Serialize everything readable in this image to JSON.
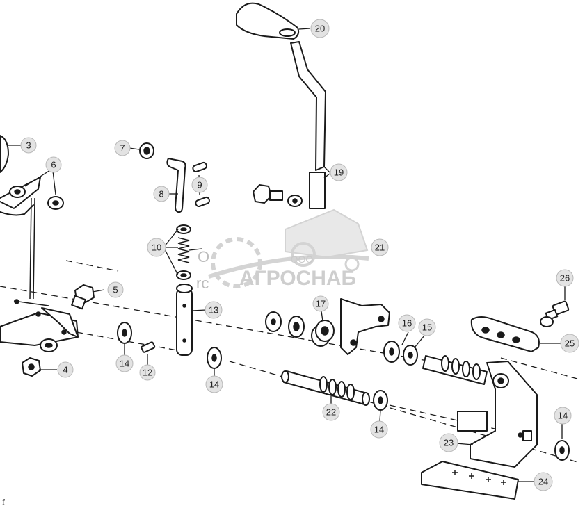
{
  "watermark": {
    "company_prefix": "ООО",
    "company_name": "АГРОСНАБ",
    "fragments": [
      "О",
      "rc"
    ]
  },
  "corner_mark": "f",
  "callouts": [
    {
      "id": "c3",
      "label": "3"
    },
    {
      "id": "c4",
      "label": "4"
    },
    {
      "id": "c5",
      "label": "5"
    },
    {
      "id": "c6",
      "label": "6"
    },
    {
      "id": "c7",
      "label": "7"
    },
    {
      "id": "c8",
      "label": "8"
    },
    {
      "id": "c9",
      "label": "9"
    },
    {
      "id": "c10",
      "label": "10"
    },
    {
      "id": "c12",
      "label": "12"
    },
    {
      "id": "c13",
      "label": "13"
    },
    {
      "id": "c14a",
      "label": "14"
    },
    {
      "id": "c14b",
      "label": "14"
    },
    {
      "id": "c14c",
      "label": "14"
    },
    {
      "id": "c14d",
      "label": "14"
    },
    {
      "id": "c15",
      "label": "15"
    },
    {
      "id": "c16",
      "label": "16"
    },
    {
      "id": "c17",
      "label": "17"
    },
    {
      "id": "c19",
      "label": "19"
    },
    {
      "id": "c20",
      "label": "20"
    },
    {
      "id": "c21",
      "label": "21"
    },
    {
      "id": "c22",
      "label": "22"
    },
    {
      "id": "c23",
      "label": "23"
    },
    {
      "id": "c24",
      "label": "24"
    },
    {
      "id": "c25",
      "label": "25"
    },
    {
      "id": "c26",
      "label": "26"
    }
  ]
}
